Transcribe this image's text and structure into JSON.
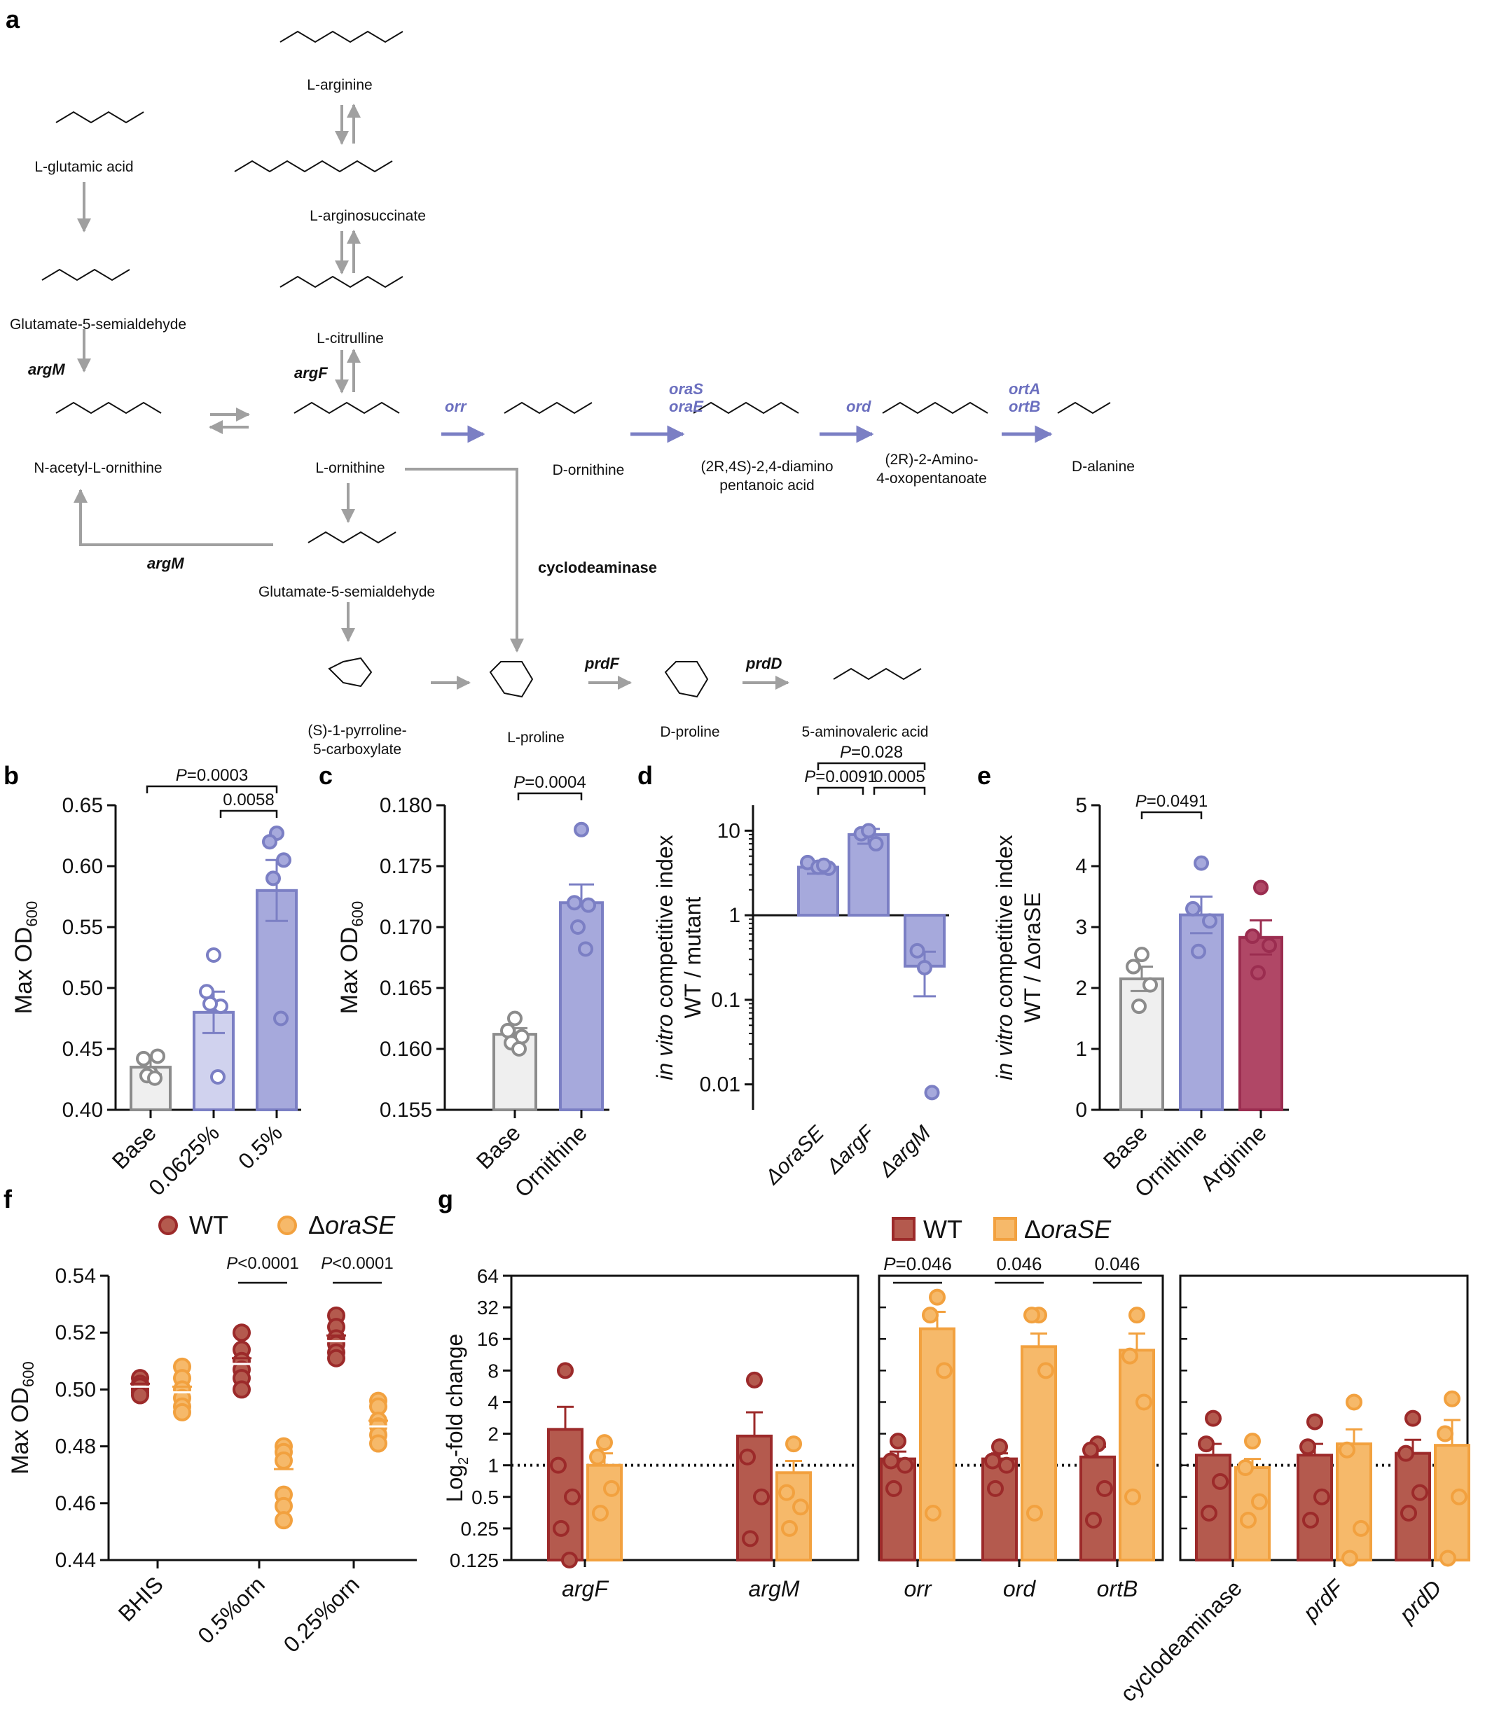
{
  "colors": {
    "gray": "#8c8c8c",
    "gray_fill": "#efefef",
    "purple": "#7b7fc4",
    "purple_fill": "#a6a9dc",
    "purple_light": "#d0d2ee",
    "purple_text": "#6b6fbf",
    "maroon": "#9b2d50",
    "maroon_fill": "#b04766",
    "red": "#9c2a2a",
    "red_fill": "#b45a4e",
    "orange": "#f2a13f",
    "orange_fill": "#f6b96a"
  },
  "panel_labels": {
    "a": "a",
    "b": "b",
    "c": "c",
    "d": "d",
    "e": "e",
    "f": "f",
    "g": "g"
  },
  "pathway": {
    "compounds": {
      "arginine": "L-arginine",
      "glutamic": "L-glutamic acid",
      "argsucc": "L-arginosuccinate",
      "g5s_top": "Glutamate-5-semialdehyde",
      "citrulline": "L-citrulline",
      "nacetyl": "N-acetyl-L-ornithine",
      "lorn": "L-ornithine",
      "dorn": "D-ornithine",
      "diamino1": "(2R,4S)-2,4-diamino",
      "diamino2": "pentanoic acid",
      "amino1": "(2R)-2-Amino-",
      "amino2": "4-oxopentanoate",
      "dala": "D-alanine",
      "g5s_mid": "Glutamate-5-semialdehyde",
      "p5c1": "(S)-1-pyrroline-",
      "p5c2": "5-carboxylate",
      "lpro": "L-proline",
      "dpro": "D-proline",
      "ava": "5-aminovaleric acid"
    },
    "enzymes": {
      "argM_left": "argM",
      "argF": "argF",
      "orr": "orr",
      "oraS": "oraS",
      "oraE": "oraE",
      "ord": "ord",
      "ortA": "ortA",
      "ortB": "ortB",
      "argM_bottom": "argM",
      "cyclodeaminase": "cyclodeaminase",
      "prdF": "prdF",
      "prdD": "prdD"
    }
  },
  "chart_data": [
    {
      "panel": "b",
      "type": "bar",
      "ylabel": "Max OD",
      "ylabel_sub": "600",
      "ylim": [
        0.4,
        0.65
      ],
      "yticks": [
        "0.40",
        "0.45",
        "0.50",
        "0.55",
        "0.60",
        "0.65"
      ],
      "categories": [
        "Base",
        "0.0625%",
        "0.5%"
      ],
      "means": [
        0.435,
        0.48,
        0.58
      ],
      "sem": [
        0.006,
        0.017,
        0.025
      ],
      "points": [
        [
          0.43,
          0.442,
          0.444,
          0.428,
          0.426
        ],
        [
          0.527,
          0.497,
          0.485,
          0.487,
          0.427
        ],
        [
          0.627,
          0.62,
          0.605,
          0.59,
          0.475
        ]
      ],
      "annotations": [
        {
          "label": "P=0.0003",
          "from": 0,
          "to": 2
        },
        {
          "label": "0.0058",
          "from": 1,
          "to": 2
        }
      ]
    },
    {
      "panel": "c",
      "type": "bar",
      "ylabel": "Max OD",
      "ylabel_sub": "600",
      "ylim": [
        0.155,
        0.18
      ],
      "yticks": [
        "0.155",
        "0.160",
        "0.165",
        "0.170",
        "0.175",
        "0.180"
      ],
      "categories": [
        "Base",
        "Ornithine"
      ],
      "means": [
        0.1612,
        0.172
      ],
      "sem": [
        0.0005,
        0.0015
      ],
      "points": [
        [
          0.1625,
          0.1615,
          0.161,
          0.1605,
          0.16
        ],
        [
          0.178,
          0.172,
          0.1718,
          0.17,
          0.1682
        ]
      ],
      "annotations": [
        {
          "label": "P=0.0004",
          "from": 0,
          "to": 1
        }
      ]
    },
    {
      "panel": "d",
      "type": "bar",
      "scale": "log",
      "ylabel_italic": "in vitro",
      "ylabel_rest": " competitive index",
      "ylabel2": "WT / mutant",
      "ylim": [
        0.005,
        20
      ],
      "yticks": [
        "10",
        "1",
        "0.1",
        "0.01"
      ],
      "categories": [
        "ΔoraSE",
        "ΔargF",
        "ΔargM"
      ],
      "means": [
        3.7,
        9.0,
        0.25
      ],
      "sem_low": [
        3.1,
        7.0,
        0.11
      ],
      "sem_high": [
        4.3,
        10.5,
        0.37
      ],
      "points": [
        [
          4.2,
          3.7,
          3.6,
          3.9
        ],
        [
          9.2,
          10.0,
          7.0
        ],
        [
          0.38,
          0.24,
          0.008
        ]
      ],
      "annotations": [
        {
          "label": "P=0.028",
          "from": 0,
          "to": 2
        },
        {
          "label": "P=0.0091",
          "from": 0,
          "to": 1
        },
        {
          "label": "0.0005",
          "from": 1,
          "to": 2
        }
      ]
    },
    {
      "panel": "e",
      "type": "bar",
      "ylabel_italic": "in vitro",
      "ylabel_rest": " competitive index",
      "ylabel2": "WT / ΔoraSE",
      "ylim": [
        0,
        5
      ],
      "yticks": [
        "0",
        "1",
        "2",
        "3",
        "4",
        "5"
      ],
      "categories": [
        "Base",
        "Ornithine",
        "Arginine"
      ],
      "means": [
        2.15,
        3.2,
        2.83
      ],
      "sem": [
        0.2,
        0.3,
        0.28
      ],
      "points": [
        [
          2.55,
          2.35,
          2.05,
          1.7
        ],
        [
          4.05,
          3.3,
          3.1,
          2.6
        ],
        [
          3.65,
          2.85,
          2.7,
          2.25
        ]
      ],
      "annotations": [
        {
          "label": "P=0.0491",
          "from": 0,
          "to": 1
        }
      ]
    },
    {
      "panel": "f",
      "type": "scatter",
      "ylabel": "Max OD",
      "ylabel_sub": "600",
      "ylim": [
        0.44,
        0.54
      ],
      "yticks": [
        "0.44",
        "0.46",
        "0.48",
        "0.50",
        "0.52",
        "0.54"
      ],
      "categories": [
        "BHIS",
        "0.5%orn",
        "0.25%orn"
      ],
      "legend": [
        {
          "name": "WT"
        },
        {
          "name": "ΔoraSE"
        }
      ],
      "series": [
        {
          "name": "WT",
          "means": [
            0.501,
            0.509,
            0.517
          ],
          "sem": [
            0.001,
            0.002,
            0.002
          ],
          "points": [
            [
              0.504,
              0.502,
              0.5,
              0.499,
              0.501,
              0.498
            ],
            [
              0.52,
              0.514,
              0.51,
              0.507,
              0.504,
              0.5
            ],
            [
              0.526,
              0.522,
              0.518,
              0.516,
              0.513,
              0.511
            ]
          ]
        },
        {
          "name": "ΔoraSE",
          "means": [
            0.499,
            0.468,
            0.487
          ],
          "sem": [
            0.002,
            0.004,
            0.002
          ],
          "points": [
            [
              0.508,
              0.504,
              0.5,
              0.497,
              0.494,
              0.492
            ],
            [
              0.48,
              0.478,
              0.475,
              0.463,
              0.459,
              0.454
            ],
            [
              0.496,
              0.494,
              0.489,
              0.487,
              0.484,
              0.481
            ]
          ]
        }
      ],
      "annotations": [
        {
          "label": "P<0.0001",
          "group": 1
        },
        {
          "label": "P<0.0001",
          "group": 2
        }
      ]
    },
    {
      "panel": "g",
      "type": "bar",
      "scale": "log2",
      "ylabel": "Log",
      "ylabel_sub": "2",
      "ylabel_rest": "-fold change",
      "ylim": [
        0.125,
        64
      ],
      "yticks": [
        "0.125",
        "0.25",
        "0.5",
        "1",
        "2",
        "4",
        "8",
        "16",
        "32",
        "64"
      ],
      "legend": [
        {
          "name": "WT"
        },
        {
          "name": "ΔoraSE"
        }
      ],
      "groups": [
        {
          "categories": [
            "argF",
            "argM"
          ],
          "wt_means": [
            2.2,
            1.9
          ],
          "wt_sem_high": [
            3.6,
            3.2
          ],
          "ko_means": [
            1.0,
            0.85
          ],
          "ko_sem_high": [
            1.3,
            1.1
          ],
          "wt_points": [
            [
              8,
              1.0,
              0.5,
              0.25,
              0.125
            ],
            [
              6.5,
              1.2,
              0.5,
              0.2
            ]
          ],
          "ko_points": [
            [
              1.65,
              1.2,
              0.6,
              0.35
            ],
            [
              1.6,
              0.55,
              0.4,
              0.25
            ]
          ]
        },
        {
          "categories": [
            "orr",
            "ord",
            "ortB"
          ],
          "wt_means": [
            1.15,
            1.15,
            1.2
          ],
          "wt_sem_high": [
            1.35,
            1.3,
            1.5
          ],
          "ko_means": [
            20,
            13.5,
            12.5
          ],
          "ko_sem_high": [
            29,
            18,
            18
          ],
          "wt_points": [
            [
              1.7,
              1.1,
              1.0,
              0.6
            ],
            [
              1.5,
              1.1,
              1.0,
              0.6
            ],
            [
              1.6,
              1.4,
              0.6,
              0.3
            ]
          ],
          "ko_points": [
            [
              40,
              27,
              8,
              0.35
            ],
            [
              27,
              27,
              8,
              0.35
            ],
            [
              27,
              11,
              4,
              0.5
            ]
          ],
          "annotations": [
            "P=0.046",
            "0.046",
            "0.046"
          ]
        },
        {
          "categories": [
            "cyclodeaminase",
            "prdF",
            "prdD"
          ],
          "wt_means": [
            1.25,
            1.25,
            1.3
          ],
          "wt_sem_high": [
            1.6,
            1.6,
            1.75
          ],
          "ko_means": [
            0.95,
            1.6,
            1.55
          ],
          "ko_sem_high": [
            1.15,
            2.2,
            2.7
          ],
          "wt_points": [
            [
              2.8,
              1.6,
              0.7,
              0.35
            ],
            [
              2.6,
              1.5,
              0.5,
              0.3
            ],
            [
              2.8,
              1.3,
              0.55,
              0.35
            ]
          ],
          "ko_points": [
            [
              1.7,
              0.95,
              0.45,
              0.3
            ],
            [
              4.0,
              1.4,
              0.25,
              0.13
            ],
            [
              4.3,
              2.0,
              0.5,
              0.13
            ]
          ]
        }
      ]
    }
  ]
}
